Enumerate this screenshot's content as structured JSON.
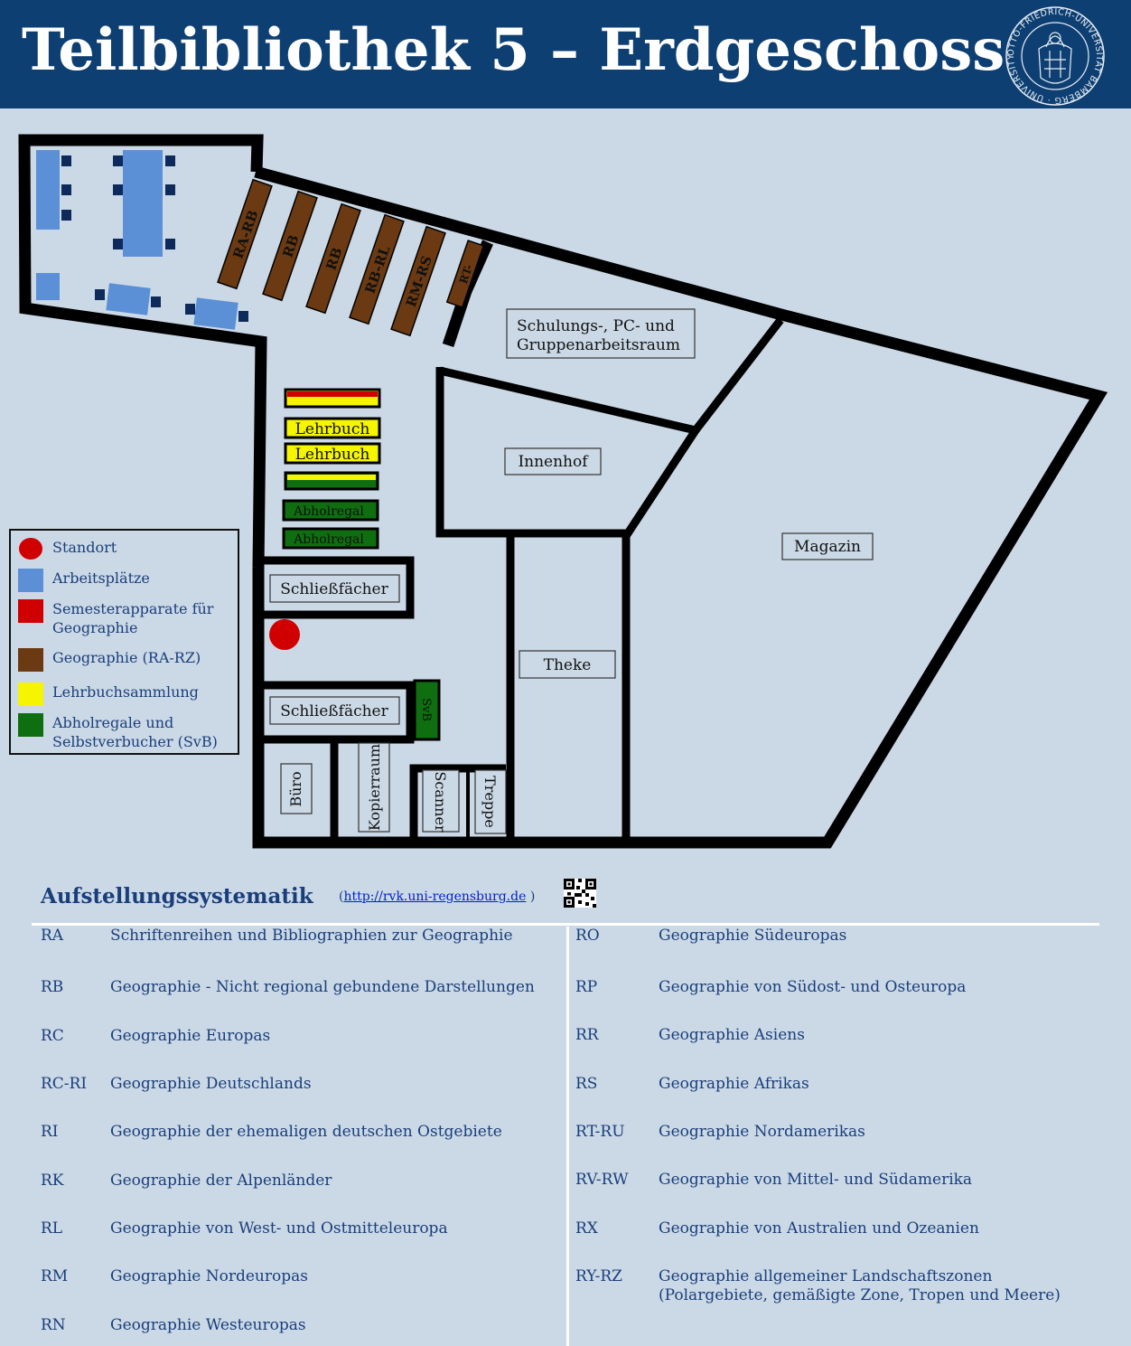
{
  "header": {
    "title": "Teilbibliothek 5 – Erdgeschoss",
    "seal_text": "OTTO-FRIEDRICH-UNIVERSITÄT BAMBERG · UNIVERSITY OF BAMBERG"
  },
  "map": {
    "shelves": [
      "RA-RB",
      "RB",
      "RB",
      "RB-RL",
      "RM-RS",
      "RT-"
    ],
    "rooms": {
      "schulung": [
        "Schulungs-, PC- und",
        "Gruppenarbeitsraum"
      ],
      "innenhof": "Innenhof",
      "magazin": "Magazin",
      "schliess1": "Schließfächer",
      "schliess2": "Schließfächer",
      "theke": "Theke",
      "buero": "Büro",
      "kopierraum": "Kopierraum",
      "scanner": "Scanner",
      "treppe": "Treppe",
      "svb": "SvB"
    },
    "racks": {
      "lehrbuch1": "Lehrbuch",
      "lehrbuch2": "Lehrbuch",
      "abhol1": "Abholregal",
      "abhol2": "Abholregal"
    }
  },
  "legend": {
    "items": [
      {
        "label": "Standort",
        "color": "#d10000",
        "shape": "circle"
      },
      {
        "label": "Arbeitsplätze",
        "color": "#5b8fd6",
        "shape": "square"
      },
      {
        "label": "Semesterapparate für Geographie",
        "color": "#d10000",
        "shape": "square"
      },
      {
        "label": "Geographie (RA-RZ)",
        "color": "#6b3a12",
        "shape": "square"
      },
      {
        "label": "Lehrbuchsammlung",
        "color": "#f5f500",
        "shape": "square"
      },
      {
        "label": "Abholregale und Selbstverbucher (SvB)",
        "color": "#0f6e10",
        "shape": "square"
      }
    ]
  },
  "systematik": {
    "title": "Aufstellungssystematik",
    "link_open": "(",
    "link_text": "http://rvk.uni-regensburg.de",
    "link_close": ")",
    "left": [
      {
        "code": "RA",
        "desc": "Schriftenreihen und Bibliographien zur Geographie"
      },
      {
        "code": "RB",
        "desc": "Geographie - Nicht regional gebundene Darstellungen"
      },
      {
        "code": "RC",
        "desc": "Geographie Europas"
      },
      {
        "code": "RC-RI",
        "desc": "Geographie Deutschlands"
      },
      {
        "code": "RI",
        "desc": "Geographie der ehemaligen deutschen Ostgebiete"
      },
      {
        "code": "RK",
        "desc": "Geographie der Alpenländer"
      },
      {
        "code": "RL",
        "desc": "Geographie von West- und Ostmitteleuropa"
      },
      {
        "code": "RM",
        "desc": "Geographie Nordeuropas"
      },
      {
        "code": "RN",
        "desc": "Geographie Westeuropas"
      }
    ],
    "right": [
      {
        "code": "RO",
        "desc": "Geographie Südeuropas"
      },
      {
        "code": "RP",
        "desc": "Geographie von Südost- und Osteuropa"
      },
      {
        "code": "RR",
        "desc": "Geographie Asiens"
      },
      {
        "code": "RS",
        "desc": "Geographie Afrikas"
      },
      {
        "code": "RT-RU",
        "desc": "Geographie Nordamerikas"
      },
      {
        "code": "RV-RW",
        "desc": "Geographie von Mittel- und Südamerika"
      },
      {
        "code": "RX",
        "desc": "Geographie von Australien und Ozeanien"
      },
      {
        "code": "RY-RZ",
        "desc": "Geographie allgemeiner Landschaftszonen",
        "desc2": "(Polargebiete, gemäßigte Zone, Tropen und Meere)"
      }
    ]
  },
  "colors": {
    "header_bg": "#0d3f72",
    "page_bg": "#cbd9e6",
    "wall": "#000000",
    "text": "#1a3e7a"
  }
}
